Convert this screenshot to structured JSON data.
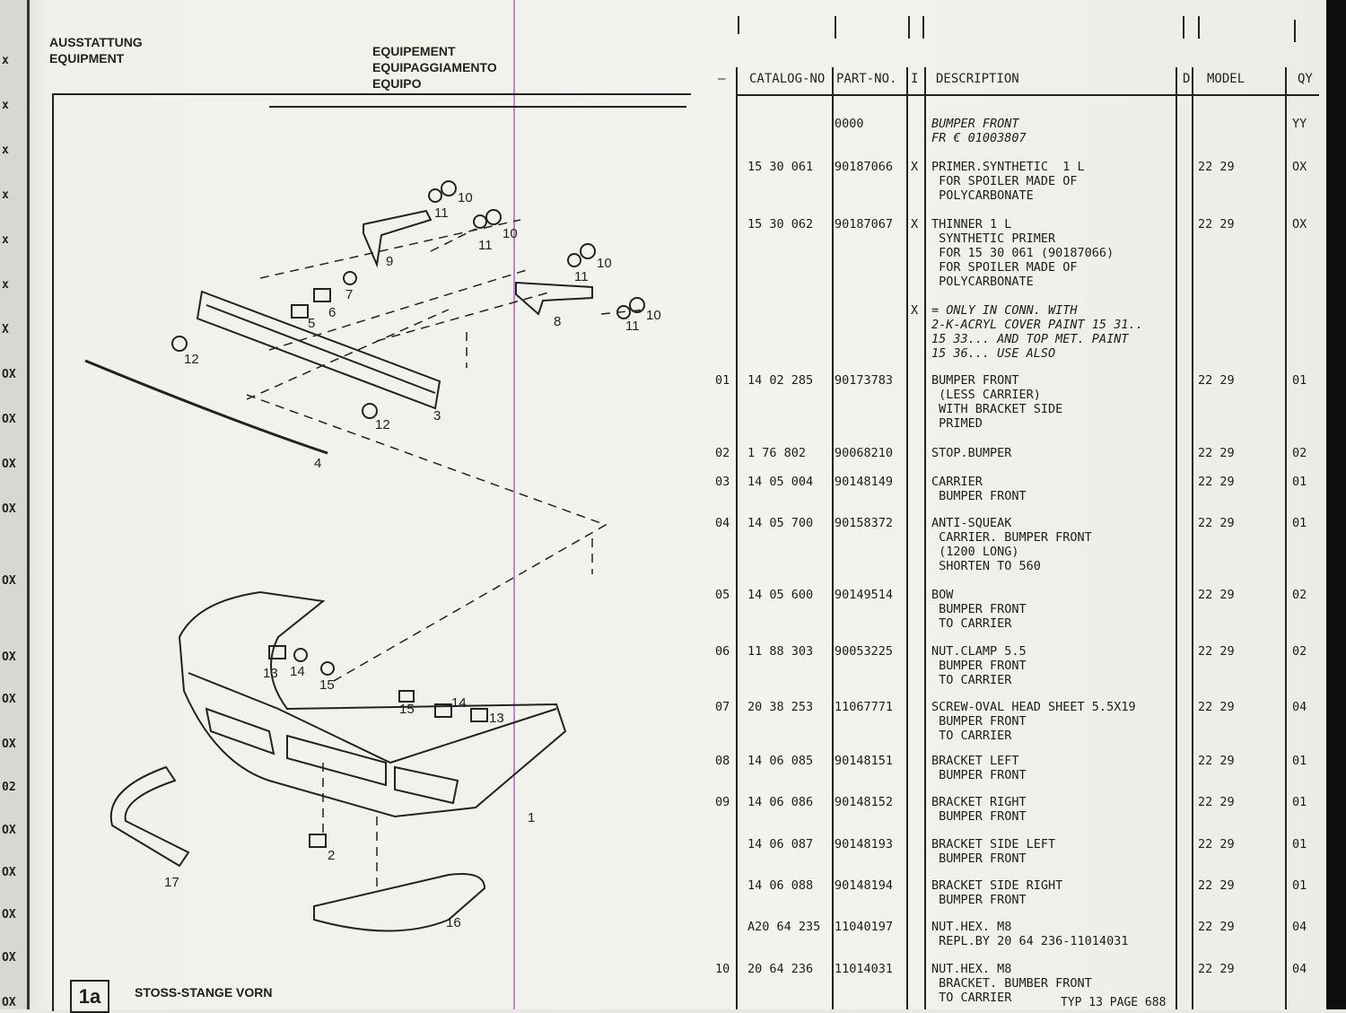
{
  "header": {
    "section_de": "AUSSTATTUNG",
    "section_en": "EQUIPMENT",
    "section_fr": "EQUIPEMENT",
    "section_it": "EQUIPAGGIAMENTO",
    "section_es": "EQUIPO"
  },
  "columns": {
    "pos": "–",
    "catalog": "CATALOG-NO",
    "part": "PART-NO.",
    "i": "I",
    "description": "DESCRIPTION",
    "d": "D",
    "model": "MODEL",
    "qty": "QY"
  },
  "left_strip": [
    "x",
    "x",
    "x",
    "x",
    "x",
    "x",
    "X",
    "OX",
    "OX",
    "OX",
    "OX",
    "OX",
    "OX",
    "OX",
    "OX",
    "02",
    "OX",
    "OX",
    "OX",
    "OX",
    "OX"
  ],
  "rows": [
    {
      "pos": "",
      "catalog": "",
      "part": "0000",
      "i": "",
      "desc": "BUMPER FRONT\nFR € 01003807",
      "model": "",
      "qty": "YY",
      "italic": true
    },
    {
      "pos": "",
      "catalog": "15 30 061",
      "part": "90187066",
      "i": "X",
      "desc": "PRIMER.SYNTHETIC  1 L\n FOR SPOILER MADE OF\n POLYCARBONATE",
      "model": "22 29",
      "qty": "OX"
    },
    {
      "pos": "",
      "catalog": "15 30 062",
      "part": "90187067",
      "i": "X",
      "desc": "THINNER 1 L\n SYNTHETIC PRIMER\n FOR 15 30 061 (90187066)\n FOR SPOILER MADE OF\n POLYCARBONATE",
      "model": "22 29",
      "qty": "OX"
    },
    {
      "pos": "",
      "catalog": "",
      "part": "",
      "i": "X",
      "desc": "= ONLY IN CONN. WITH\n2-K-ACRYL COVER PAINT 15 31..\n15 33... AND TOP MET. PAINT\n15 36... USE ALSO",
      "model": "",
      "qty": "",
      "italic": true
    },
    {
      "pos": "01",
      "catalog": "14 02 285",
      "part": "90173783",
      "i": "",
      "desc": "BUMPER FRONT\n (LESS CARRIER)\n WITH BRACKET SIDE\n PRIMED",
      "model": "22 29",
      "qty": "01"
    },
    {
      "pos": "02",
      "catalog": "1 76 802",
      "part": "90068210",
      "i": "",
      "desc": "STOP.BUMPER",
      "model": "22 29",
      "qty": "02"
    },
    {
      "pos": "03",
      "catalog": "14 05 004",
      "part": "90148149",
      "i": "",
      "desc": "CARRIER\n BUMPER FRONT",
      "model": "22 29",
      "qty": "01"
    },
    {
      "pos": "04",
      "catalog": "14 05 700",
      "part": "90158372",
      "i": "",
      "desc": "ANTI-SQUEAK\n CARRIER. BUMPER FRONT\n (1200 LONG)\n SHORTEN TO 560",
      "model": "22 29",
      "qty": "01"
    },
    {
      "pos": "05",
      "catalog": "14 05 600",
      "part": "90149514",
      "i": "",
      "desc": "BOW\n BUMPER FRONT\n TO CARRIER",
      "model": "22 29",
      "qty": "02"
    },
    {
      "pos": "06",
      "catalog": "11 88 303",
      "part": "90053225",
      "i": "",
      "desc": "NUT.CLAMP 5.5\n BUMPER FRONT\n TO CARRIER",
      "model": "22 29",
      "qty": "02"
    },
    {
      "pos": "07",
      "catalog": "20 38 253",
      "part": "11067771",
      "i": "",
      "desc": "SCREW-OVAL HEAD SHEET 5.5X19\n BUMPER FRONT\n TO CARRIER",
      "model": "22 29",
      "qty": "04"
    },
    {
      "pos": "08",
      "catalog": "14 06 085",
      "part": "90148151",
      "i": "",
      "desc": "BRACKET LEFT\n BUMPER FRONT",
      "model": "22 29",
      "qty": "01"
    },
    {
      "pos": "09",
      "catalog": "14 06 086",
      "part": "90148152",
      "i": "",
      "desc": "BRACKET RIGHT\n BUMPER FRONT",
      "model": "22 29",
      "qty": "01"
    },
    {
      "pos": "",
      "catalog": "14 06 087",
      "part": "90148193",
      "i": "",
      "desc": "BRACKET SIDE LEFT\n BUMPER FRONT",
      "model": "22 29",
      "qty": "01"
    },
    {
      "pos": "",
      "catalog": "14 06 088",
      "part": "90148194",
      "i": "",
      "desc": "BRACKET SIDE RIGHT\n BUMPER FRONT",
      "model": "22 29",
      "qty": "01"
    },
    {
      "pos": "",
      "catalog": "A20 64 235",
      "part": "11040197",
      "i": "",
      "desc": "NUT.HEX. M8\n REPL.BY 20 64 236-11014031",
      "model": "22 29",
      "qty": "04"
    },
    {
      "pos": "10",
      "catalog": "20 64 236",
      "part": "11014031",
      "i": "",
      "desc": "NUT.HEX. M8\n BRACKET. BUMBER FRONT\n TO CARRIER",
      "model": "22 29",
      "qty": "04"
    }
  ],
  "diagram": {
    "callouts": [
      "1",
      "2",
      "3",
      "4",
      "5",
      "6",
      "7",
      "8",
      "9",
      "10",
      "10",
      "10",
      "10",
      "11",
      "11",
      "11",
      "11",
      "12",
      "12",
      "13",
      "13",
      "14",
      "14",
      "15",
      "15",
      "16",
      "17"
    ]
  },
  "footer": {
    "figure": "1a",
    "title": "STOSS-STANGE VORN",
    "typ_page": "TYP 13 PAGE   688"
  }
}
